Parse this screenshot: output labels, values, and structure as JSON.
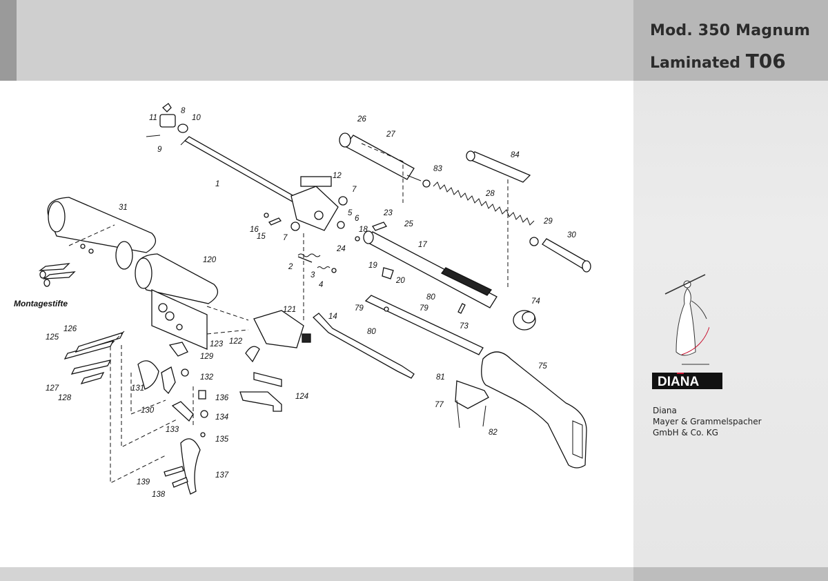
{
  "title": {
    "line1": "Mod. 350 Magnum",
    "line2_prefix": "Laminated ",
    "line2_code": "T06"
  },
  "brand": {
    "logo_text": "DIANA",
    "company_lines": [
      "Diana",
      "Mayer & Grammelspacher",
      "GmbH & Co. KG"
    ]
  },
  "diagram": {
    "annotation": "Montagestifte",
    "part_labels": [
      "1",
      "2",
      "3",
      "4",
      "5",
      "6",
      "7",
      "7",
      "8",
      "9",
      "10",
      "11",
      "12",
      "14",
      "15",
      "16",
      "17",
      "18",
      "19",
      "20",
      "23",
      "24",
      "25",
      "26",
      "27",
      "28",
      "29",
      "30",
      "31",
      "73",
      "74",
      "75",
      "77",
      "79",
      "79",
      "80",
      "80",
      "81",
      "82",
      "83",
      "84",
      "120",
      "121",
      "122",
      "123",
      "124",
      "125",
      "126",
      "127",
      "128",
      "129",
      "130",
      "131",
      "132",
      "133",
      "134",
      "135",
      "136",
      "137",
      "138",
      "139"
    ]
  },
  "colors": {
    "header_bg": "#cfcfcf",
    "sidebar_bg": "#e6e6e6",
    "title_bg": "#b7b7b7",
    "logo_red": "#c8102e"
  }
}
